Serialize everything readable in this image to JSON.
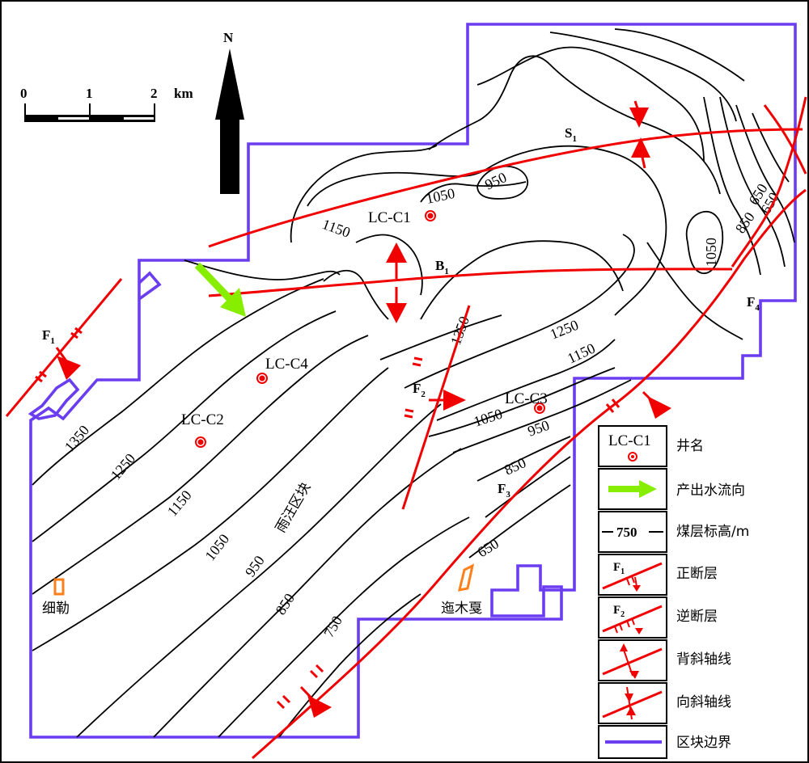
{
  "scale_bar": {
    "ticks": [
      "0",
      "1",
      "2"
    ],
    "unit": "km"
  },
  "north_label": "N",
  "wells": [
    {
      "name": "LC-C1"
    },
    {
      "name": "LC-C2"
    },
    {
      "name": "LC-C3"
    },
    {
      "name": "LC-C4"
    }
  ],
  "faults": [
    {
      "name": "F",
      "sub": "1"
    },
    {
      "name": "F",
      "sub": "2"
    },
    {
      "name": "F",
      "sub": "3"
    },
    {
      "name": "F",
      "sub": "4"
    }
  ],
  "fold_axes": [
    {
      "name": "S",
      "sub": "1"
    },
    {
      "name": "B",
      "sub": "1"
    }
  ],
  "block_name": "雨汪区块",
  "towns": [
    "细勒",
    "迤木戛"
  ],
  "contour_labels": [
    "1350",
    "1250",
    "1150",
    "1050",
    "950",
    "850",
    "750",
    "650",
    "1350",
    "1250",
    "1150",
    "1050",
    "950",
    "850",
    "650",
    "1150",
    "1050",
    "950",
    "650",
    "850",
    "1050"
  ],
  "legend": {
    "items": [
      {
        "label": "井名",
        "sample": "LC-C1"
      },
      {
        "label": "产出水流向"
      },
      {
        "label": "煤层标高/m",
        "sample": "750"
      },
      {
        "label": "正断层",
        "sample": "F",
        "sub": "1"
      },
      {
        "label": "逆断层",
        "sample": "F",
        "sub": "2"
      },
      {
        "label": "背斜轴线"
      },
      {
        "label": "向斜轴线"
      },
      {
        "label": "区块边界"
      }
    ]
  },
  "colors": {
    "fault": "#f00000",
    "boundary": "#6a3df0",
    "water_flow": "#88ee00",
    "town": "#ff7f1a",
    "contour": "#000000"
  }
}
